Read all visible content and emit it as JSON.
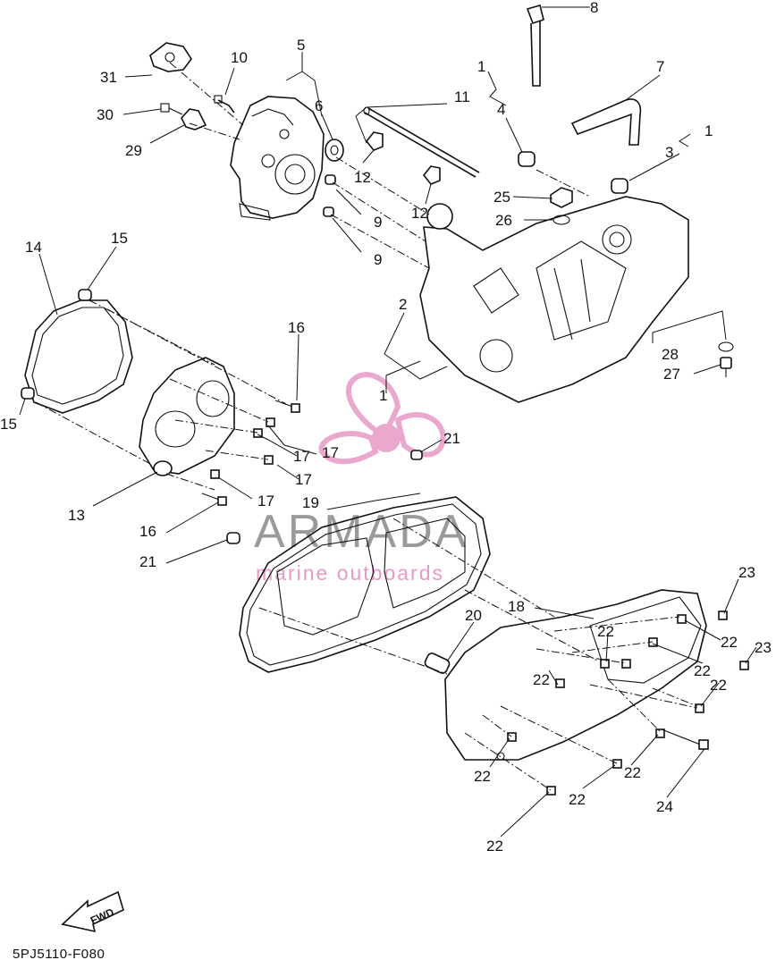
{
  "labels": [
    {
      "id": "31",
      "text": "31"
    },
    {
      "id": "10",
      "text": "10"
    },
    {
      "id": "5",
      "text": "5"
    },
    {
      "id": "8",
      "text": "8"
    },
    {
      "id": "7",
      "text": "7"
    },
    {
      "id": "1a",
      "text": "1"
    },
    {
      "id": "4",
      "text": "4"
    },
    {
      "id": "11",
      "text": "11"
    },
    {
      "id": "30",
      "text": "30"
    },
    {
      "id": "6",
      "text": "6"
    },
    {
      "id": "1b",
      "text": "1"
    },
    {
      "id": "3",
      "text": "3"
    },
    {
      "id": "29",
      "text": "29"
    },
    {
      "id": "12a",
      "text": "12"
    },
    {
      "id": "25",
      "text": "25"
    },
    {
      "id": "9a",
      "text": "9"
    },
    {
      "id": "12b",
      "text": "12"
    },
    {
      "id": "26",
      "text": "26"
    },
    {
      "id": "14",
      "text": "14"
    },
    {
      "id": "15a",
      "text": "15"
    },
    {
      "id": "9b",
      "text": "9"
    },
    {
      "id": "2",
      "text": "2"
    },
    {
      "id": "16a",
      "text": "16"
    },
    {
      "id": "28",
      "text": "28"
    },
    {
      "id": "27",
      "text": "27"
    },
    {
      "id": "1c",
      "text": "1"
    },
    {
      "id": "15b",
      "text": "15"
    },
    {
      "id": "21a",
      "text": "21"
    },
    {
      "id": "17a",
      "text": "17"
    },
    {
      "id": "17b",
      "text": "17"
    },
    {
      "id": "17c",
      "text": "17"
    },
    {
      "id": "17d",
      "text": "17"
    },
    {
      "id": "13",
      "text": "13"
    },
    {
      "id": "19",
      "text": "19"
    },
    {
      "id": "16b",
      "text": "16"
    },
    {
      "id": "21b",
      "text": "21"
    },
    {
      "id": "23a",
      "text": "23"
    },
    {
      "id": "18",
      "text": "18"
    },
    {
      "id": "20",
      "text": "20"
    },
    {
      "id": "22a",
      "text": "22"
    },
    {
      "id": "22b",
      "text": "22"
    },
    {
      "id": "23b",
      "text": "23"
    },
    {
      "id": "22c",
      "text": "22"
    },
    {
      "id": "22d",
      "text": "22"
    },
    {
      "id": "22e",
      "text": "22"
    },
    {
      "id": "22f",
      "text": "22"
    },
    {
      "id": "22g",
      "text": "22"
    },
    {
      "id": "22h",
      "text": "22"
    },
    {
      "id": "24",
      "text": "24"
    },
    {
      "id": "22i",
      "text": "22"
    }
  ],
  "fwd_text": "FWD",
  "diagram_code": "5PJ5110-F080",
  "watermark": {
    "brand": "ARMADA",
    "tagline": "marine outboards",
    "brand_color": "#9a9a9a",
    "accent_color": "#e79ac7"
  },
  "colors": {
    "line": "#111111",
    "background": "#ffffff"
  }
}
